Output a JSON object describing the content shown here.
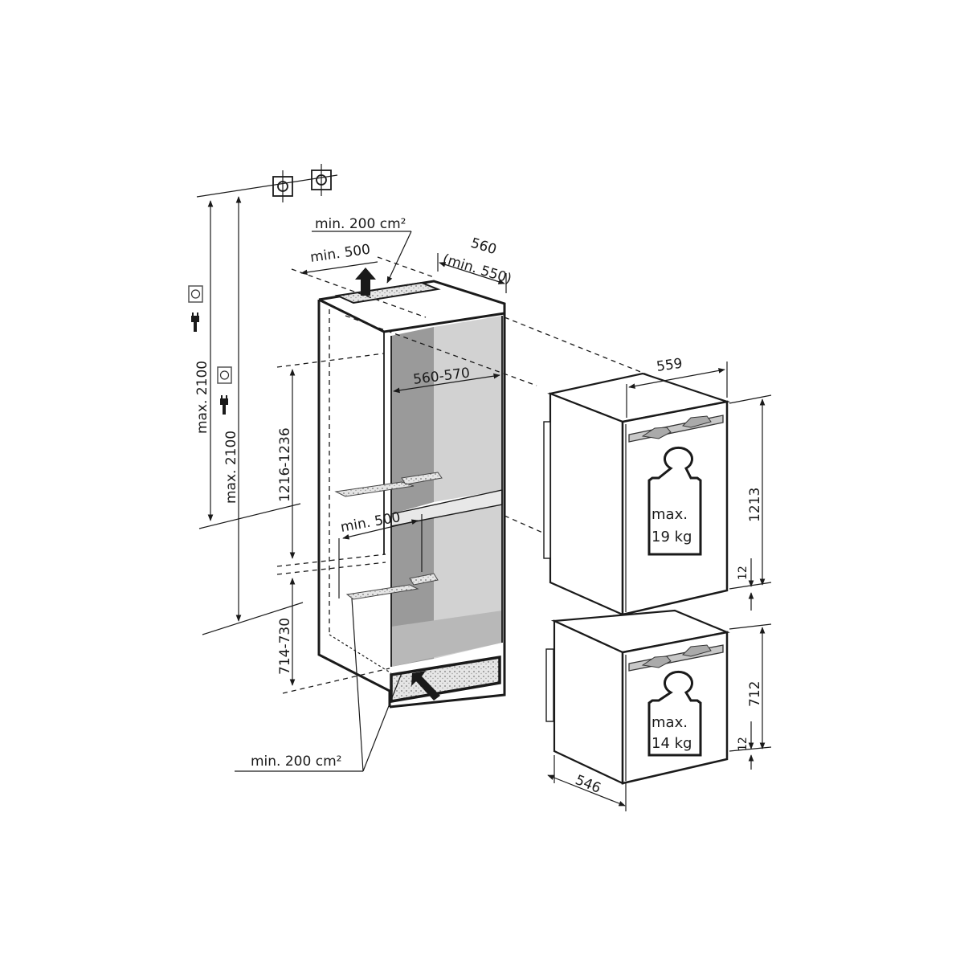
{
  "diagram": {
    "type": "built-in refrigerator installation dimensions",
    "niche": {
      "top_vent_area": "min. 200 cm²",
      "top_clearance": "min. 500",
      "depth": "560",
      "depth_min": "(min. 550)",
      "inner_width": "560-570",
      "upper_height": "1216-1236",
      "lower_height": "714-730",
      "middle_clearance": "min. 500",
      "bottom_vent_area": "min. 200 cm²"
    },
    "power": {
      "socket_height_1": "max. 2100",
      "socket_height_2": "max. 2100",
      "socket_icon": "socket-icon",
      "plug_icon": "plug-icon",
      "water_icon": "water-connection-icon"
    },
    "upper_door": {
      "width": "559",
      "height": "1213",
      "gap": "12",
      "weight_line1": "max.",
      "weight_line2": "19 kg"
    },
    "lower_door": {
      "depth": "546",
      "height": "712",
      "gap": "12",
      "weight_line1": "max.",
      "weight_line2": "14 kg"
    }
  }
}
